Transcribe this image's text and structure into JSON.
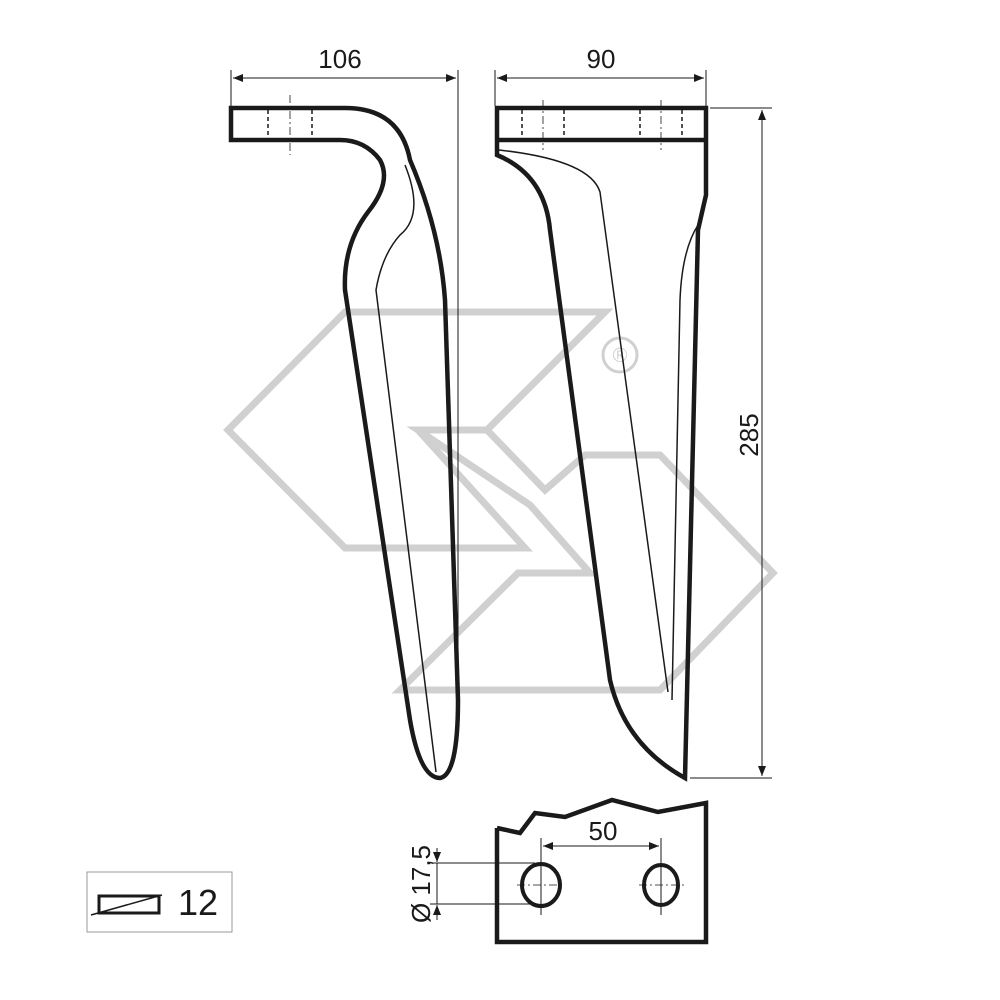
{
  "drawing": {
    "dimensions": {
      "side_width": "106",
      "front_width": "90",
      "height": "285",
      "hole_spacing": "50",
      "hole_diameter": "Ø 17,5"
    },
    "thickness_label": "12",
    "thickness_icon": "plate-thickness-icon",
    "watermark": "brand-logo-watermark",
    "watermark_registered": "®",
    "colors": {
      "line": "#1a1a1a",
      "watermark": "#d0d0d0"
    }
  }
}
